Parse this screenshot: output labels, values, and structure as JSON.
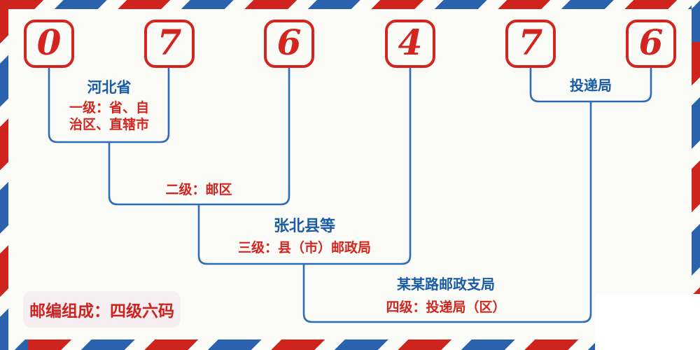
{
  "postal_code": {
    "digits": [
      "0",
      "7",
      "6",
      "4",
      "7",
      "6"
    ]
  },
  "annotations": {
    "level1": {
      "title": "河北省",
      "label_lines": [
        "一级：省、自",
        "治区、直辖市"
      ]
    },
    "level2": {
      "label": "二级：邮区"
    },
    "level3": {
      "title": "张北县等",
      "label": "三级：县（市）邮政局"
    },
    "level4": {
      "title": "某某路邮政支局",
      "label": "四级：投递局（区）"
    },
    "delivery": {
      "title": "投递局"
    }
  },
  "badge": {
    "text": "邮编组成：四级六码"
  },
  "colors": {
    "digit_red": "#d2251f",
    "label_red": "#d3251f",
    "title_blue": "#1a5ba6",
    "line_blue": "#2e6cb3",
    "stripe_red": "#cf231d",
    "stripe_blue": "#2a62ae",
    "badge_bg": "#f6eef0",
    "background": "#fbfcf7"
  }
}
